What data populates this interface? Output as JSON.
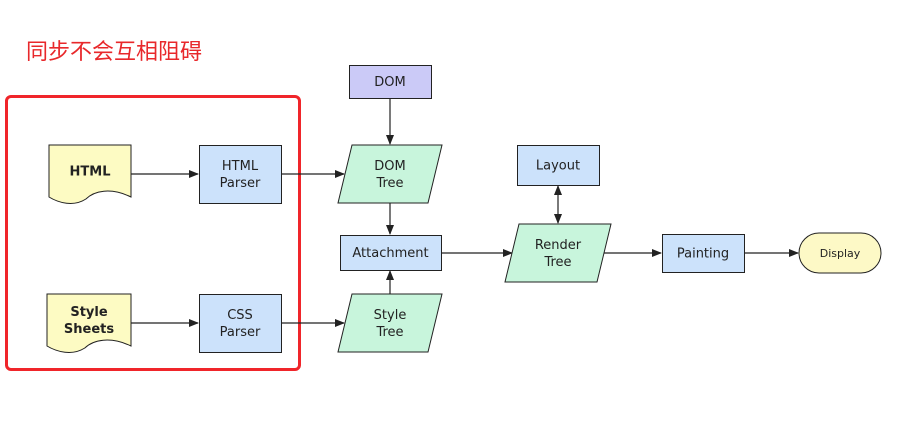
{
  "annotation": {
    "text": "同步不会互相阻碍",
    "color": "#e8282b"
  },
  "colors": {
    "process_fill": "#cce2fb",
    "data_fill": "#c8f5dc",
    "document_fill": "#fdfbc3",
    "dom_fill": "#cbcaf7",
    "terminal_fill": "#fdf9c6",
    "stroke": "#222222",
    "highlight_border": "#f0252a"
  },
  "nodes": {
    "html_doc": {
      "lines": [
        "HTML"
      ],
      "shape": "document"
    },
    "style_doc": {
      "lines": [
        "Style",
        "Sheets"
      ],
      "shape": "document"
    },
    "html_parser": {
      "lines": [
        "HTML",
        "Parser"
      ],
      "shape": "process"
    },
    "css_parser": {
      "lines": [
        "CSS",
        "Parser"
      ],
      "shape": "process"
    },
    "dom": {
      "lines": [
        "DOM"
      ],
      "shape": "process"
    },
    "dom_tree": {
      "lines": [
        "DOM",
        "Tree"
      ],
      "shape": "data"
    },
    "attachment": {
      "lines": [
        "Attachment"
      ],
      "shape": "process"
    },
    "style_tree": {
      "lines": [
        "Style",
        "Tree"
      ],
      "shape": "data"
    },
    "layout": {
      "lines": [
        "Layout"
      ],
      "shape": "process"
    },
    "render_tree": {
      "lines": [
        "Render",
        "Tree"
      ],
      "shape": "data"
    },
    "painting": {
      "lines": [
        "Painting"
      ],
      "shape": "process"
    },
    "display": {
      "lines": [
        "Display"
      ],
      "shape": "terminal"
    }
  }
}
